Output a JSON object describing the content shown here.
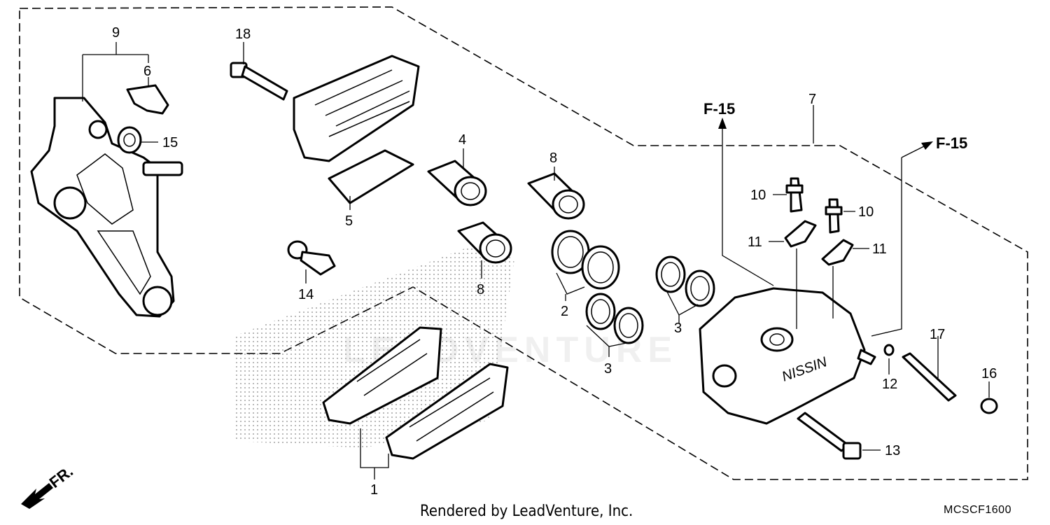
{
  "labels": {
    "p1": "1",
    "p2": "2",
    "p3a": "3",
    "p3b": "3",
    "p4": "4",
    "p5": "5",
    "p6": "6",
    "p7": "7",
    "p8a": "8",
    "p8b": "8",
    "p9": "9",
    "p10a": "10",
    "p10b": "10",
    "p11a": "11",
    "p11b": "11",
    "p12": "12",
    "p13": "13",
    "p14": "14",
    "p15": "15",
    "p16": "16",
    "p17": "17",
    "p18": "18",
    "refA": "F-15",
    "refB": "F-15",
    "front": "FR."
  },
  "footer": {
    "credit": "Rendered by LeadVenture, Inc.",
    "code": "MCSCF1600"
  },
  "watermark": "LEADVENTURE",
  "icons": {
    "front_arrow": "arrow-down-left-icon"
  }
}
